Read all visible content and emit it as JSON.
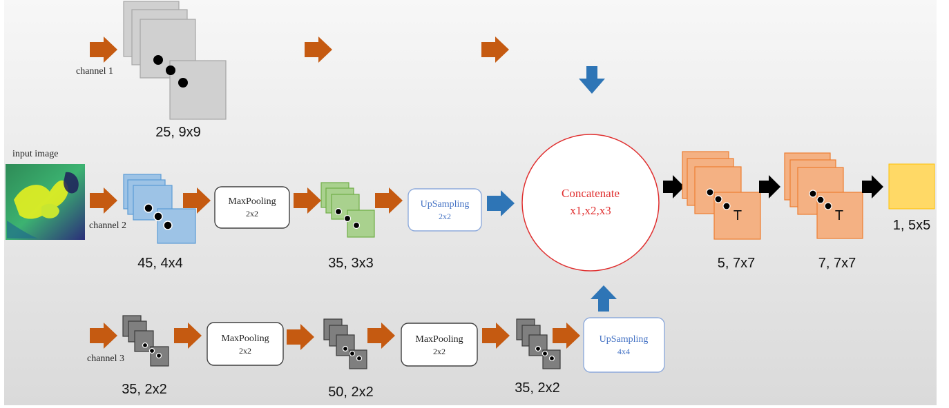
{
  "colors": {
    "orange_arrow": "#C55A11",
    "blue_arrow": "#2E75B6",
    "black_arrow": "#000000",
    "concat_red": "#E03030",
    "upsampling_blue": "#4472C4",
    "gray_stack": "#D0D0D0",
    "blue_stack": "#9DC3E6",
    "green_stack": "#A9D18E",
    "dark_stack": "#7F7F7F",
    "salmon_stack": "#F4B183",
    "yellow_output": "#FFD966"
  },
  "labels": {
    "input_image": "input image",
    "channel1": "channel 1",
    "channel2": "channel 2",
    "channel3": "channel 3",
    "c1_dims": "25, 9x9",
    "c2_dims": "45, 4x4",
    "c2_pool_dims": "35, 3x3",
    "c3_dims": "35, 2x2",
    "c3_pool1_dims": "50, 2x2",
    "c3_pool2_dims": "35, 2x2",
    "out1_dims": "5, 7x7",
    "out2_dims": "7, 7x7",
    "final_dims": "1, 5x5",
    "t_label": "T"
  },
  "boxes": {
    "maxpool_title": "MaxPooling",
    "maxpool_size": "2x2",
    "upsample_title": "UpSampling",
    "upsample_size_2": "2x2",
    "upsample_size_4": "4x4"
  },
  "concat": {
    "title": "Concatenate",
    "inputs": "x1,x2,x3"
  }
}
